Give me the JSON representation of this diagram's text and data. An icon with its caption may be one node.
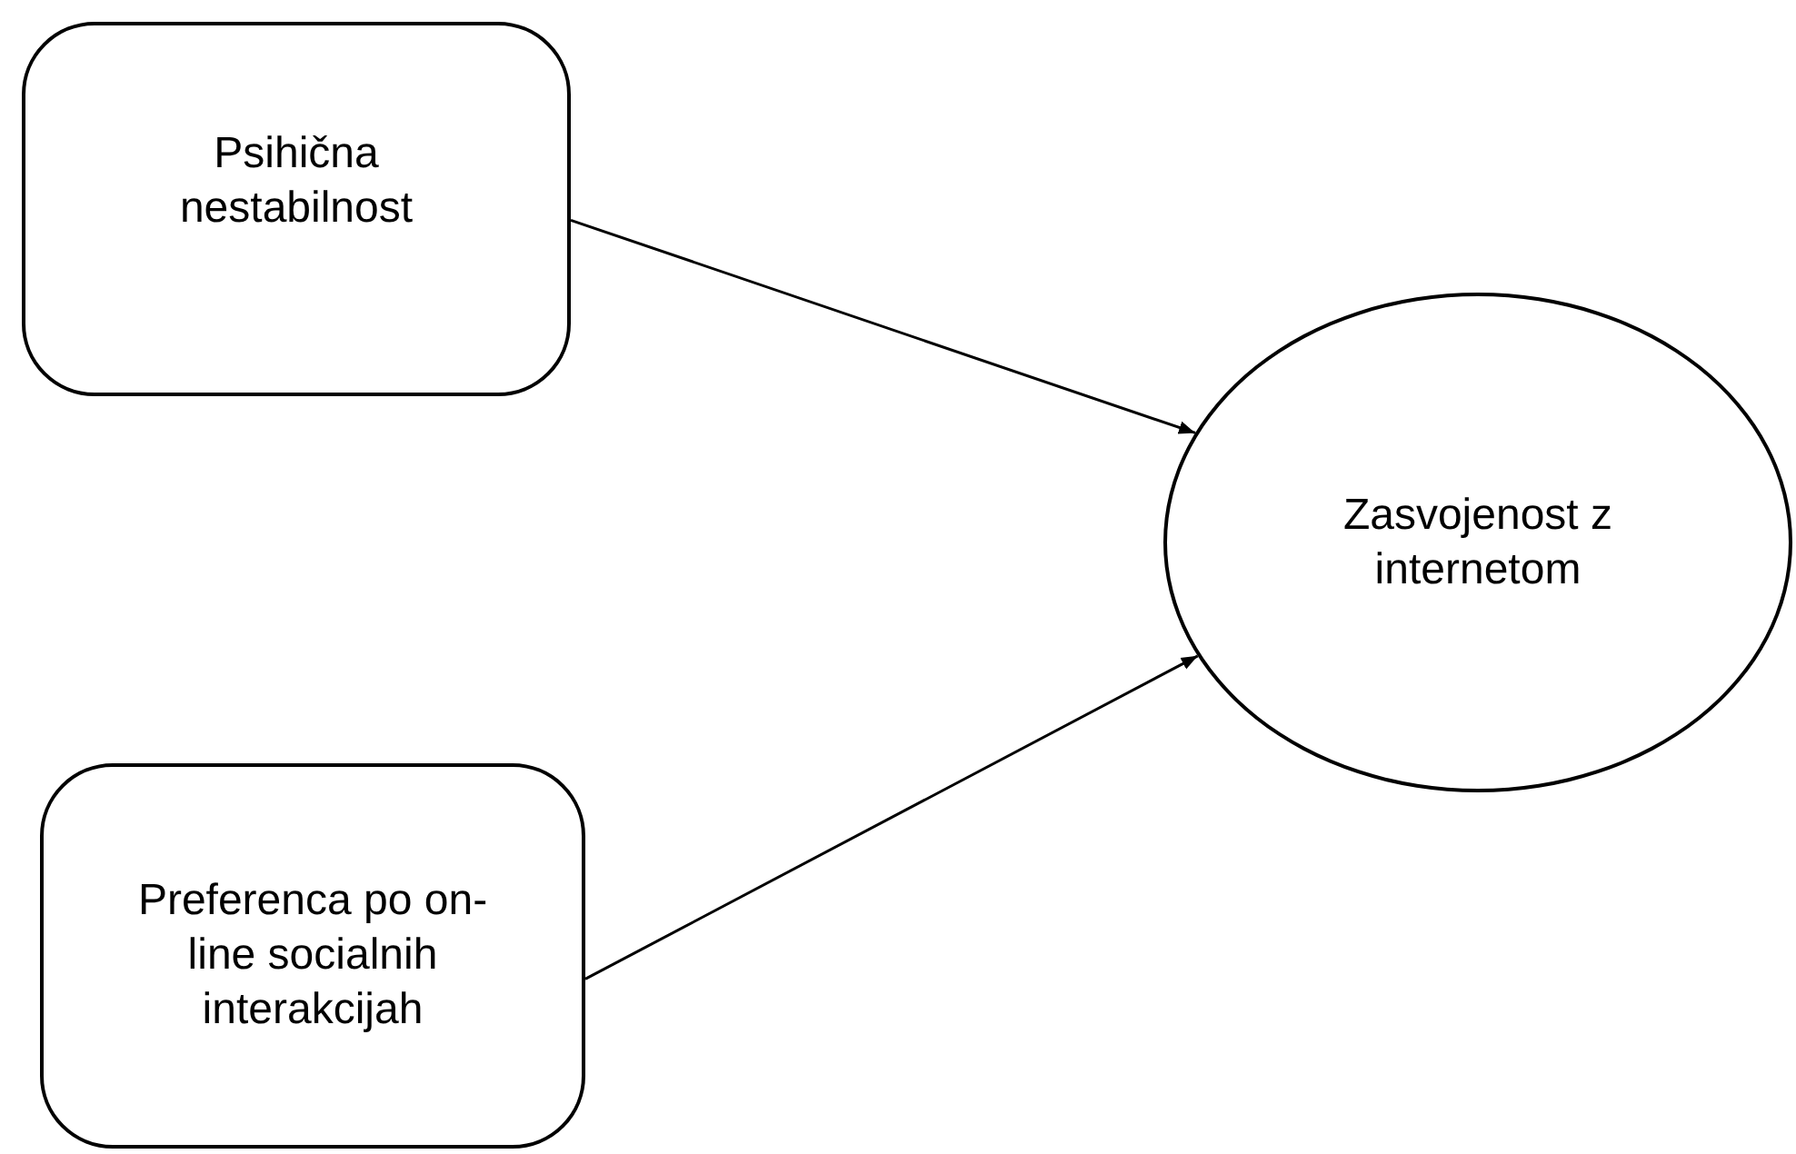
{
  "diagram": {
    "nodes": [
      {
        "text": [
          "Psihična nestabilnost"
        ]
      },
      {
        "text": [
          "Preferenca po on-line socialnih interakcijah"
        ]
      },
      {
        "text": [
          "Zasvojenost z internetom"
        ]
      }
    ],
    "edges": [
      {
        "from": 0,
        "to": 2,
        "arrow": "to"
      },
      {
        "from": 1,
        "to": 2,
        "arrow": "to"
      }
    ]
  }
}
